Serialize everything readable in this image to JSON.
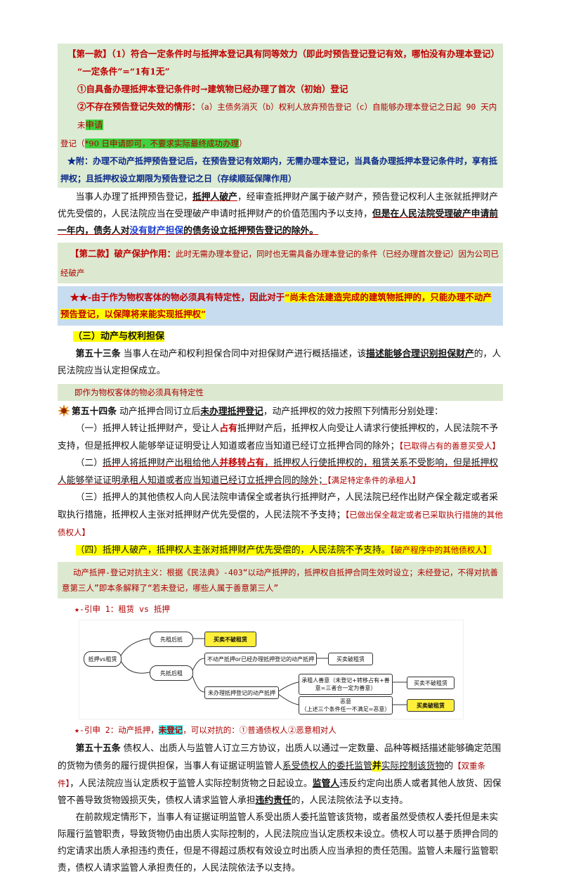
{
  "p1": {
    "l1_a": "【第一款】（1）符合一定条件时与抵押本登记具有同等效力（即此时预告登记登记有效，哪怕没有办理本登记）",
    "l2": "“一定条件”=“1有1无”",
    "l3": "①自具备办理抵押本登记条件时→建筑物已经办理了首次（初始）登记",
    "l4_a": "②不存在预告登记失效的情形：",
    "l4_b": "（a）主债务消灭（b）权利人放弃预告登记（c）自能够办理本登记之日起 90 天内未",
    "l4_c": "申请",
    "l5_a": "登记（",
    "l5_b": "*90 日申请即可，不要求实际最终成功办理",
    "l5_c": "）",
    "l6": "★附：办理不动产抵押预告登记后，在预告登记有效期内，无需办理本登记，当具备办理抵押本登记条件时，享有抵押权；且抵押权设立期限为预告登记之日（存续顺延保障作用）"
  },
  "p2": {
    "a": "当事人办理了抵押预告登记，",
    "b": "抵押人破产",
    "c": "，经审查抵押财产属于破产财产，预告登记权利人主张就抵押财产优先受偿的，人民法院应当在受理破产申请时抵押财产的价值范围内予以支持，",
    "d": "但是在人民法院受理破产申请前一年内，债务人对",
    "e": "没有财产担保",
    "f": "的债务设立抵押预告登记的除外。"
  },
  "p3": {
    "a": "【第二款】破产保护作用：",
    "b": "此时无需办理本登记，同时也无需具备办理本登记的条件（已经办理首次登记）因为公司已经破产"
  },
  "p4": {
    "a": "★★-由于作为物权客体的物必须具有特定性，因此对于",
    "b": "“尚未合法建造完成的建筑物抵押的，只能办理不动产预告登记，以保障将来能实现抵押权”"
  },
  "section3": "（三）动产与权利担保",
  "art53": {
    "a": "第五十三条",
    "b": "当事人在动产和权利担保合同中对担保财产进行概括描述，该",
    "c": "描述能够合理识别担保财产",
    "d": "的，人民法院应当认定担保成立。"
  },
  "note53": "即作为物权客体的物必须具有特定性",
  "art54": {
    "a": "第五十四条",
    "b": "动产抵押合同订立后",
    "c": "未办理抵押登记",
    "d": "，动产抵押权的效力按照下列情形分别处理：",
    "i1_a": "（一）抵押人转让抵押财产，受让人",
    "i1_b": "占有",
    "i1_c": "抵押财产后，抵押权人向受让人请求行使抵押权的，人民法院不予支持，但是抵押权人能够举证证明受让人知道或者应当知道已经订立抵押合同的除外；",
    "i1_d": "【已取得占有的善意买受人】",
    "i2_a": "（二）",
    "i2_b": "抵押人将抵押财产出租给他人",
    "i2_c": "并移转占有",
    "i2_d": "，抵押权人行使抵押权的，租赁关系不受影响，但是抵押权人能够举证证明承租人知道或者应当知道已经订立抵押合同的除外；",
    "i2_e": "【满足特定条件的承租人】",
    "i3_a": "（三）抵押人的其他债权人向人民法院申请保全或者执行抵押财产，人民法院已经作出财产保全裁定或者采取执行措施，抵押权人主张对抵押财产优先受偿的，人民法院不予支持；",
    "i3_b": "【已做出保全裁定或者已采取执行措施的其他债权人】",
    "i4_a": "（四）抵押人破产，抵押权人主张对抵押财产优先受偿的，人民法院不予支持。",
    "i4_b": "【破产程序中的其他债权人】"
  },
  "note54": "动产抵押-登记对抗主义：根据《民法典》-403“以动产抵押的，抵押权自抵押合同生效时设立；未经登记，不得对抗善意第三人”即本条解释了“若未登记，哪些人属于善意第三人”",
  "cite1": "★-引申 1：租赁 vs 抵押",
  "diagram": {
    "root": "抵押vs租赁",
    "first_lease": "先租后抵",
    "first_mortgage": "先抵后租",
    "r1": "买卖不破租赁",
    "mid1": "不动产抵押or已经办理抵押登记的动产抵押",
    "r2": "买卖破租赁",
    "mid2": "未办理抵押登记的动产抵押",
    "good": "承租人善意（未登记+转移占有+善意=三者合一定为善意）",
    "r3": "买卖不破租赁",
    "bad1": "恶意",
    "bad2": "（上述三个条件任一不满足=恶意）",
    "r4": "买卖破租赁"
  },
  "cite2": {
    "a": "★-引申 2：动产抵押，",
    "b": "未登记",
    "c": "，可以对抗的：①普通债权人②恶意相对人"
  },
  "art55": {
    "a": "第五十五条",
    "b": "债权人、出质人与监管人订立三方协议，出质人以通过一定数量、品种等概括描述能够确定范围的货物为债务的履行提供担保，当事人有证据证明监管人",
    "c": "系受债权人的委托监管",
    "d": "并",
    "e": "实际控制该货物",
    "f": "的",
    "g": "【双重条件】",
    "h": "，人民法院应当认定质权于监管人实际控制货物之日起设立。",
    "i": "监管人",
    "j": "违反约定向出质人或者其他人放货、因保管不善导致货物毁损灭失，债权人请求监管人承担",
    "k": "违约责任",
    "l": "的，人民法院依法予以支持。",
    "p2": "在前款规定情形下，当事人有证据证明监管人系受出质人委托监管该货物，或者虽然受债权人委托但是未实际履行监管职责，导致货物仍由出质人实际控制的，人民法院应当认定质权未设立。债权人可以基于质押合同的约定请求出质人承担违约责任，但是不得超过质权有效设立时出质人应当承担的责任范围。监管人未履行监管职责，债权人请求监管人承担责任的，人民法院依法予以支持。"
  }
}
